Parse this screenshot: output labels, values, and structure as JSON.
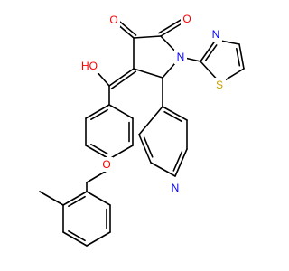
{
  "colors": {
    "bond": "#000000",
    "oxygen": "#ff0000",
    "nitrogen": "#0000ff",
    "sulfur": "#c8a000",
    "background": "#ffffff"
  },
  "atoms": {
    "o_hydroxyl": "HO",
    "o_ketone": "O",
    "o_amide": "O",
    "n_lactam": "N",
    "n_thiazole": "N",
    "s_thiazole": "S",
    "n_pyridine": "N",
    "o_ether": "O"
  }
}
